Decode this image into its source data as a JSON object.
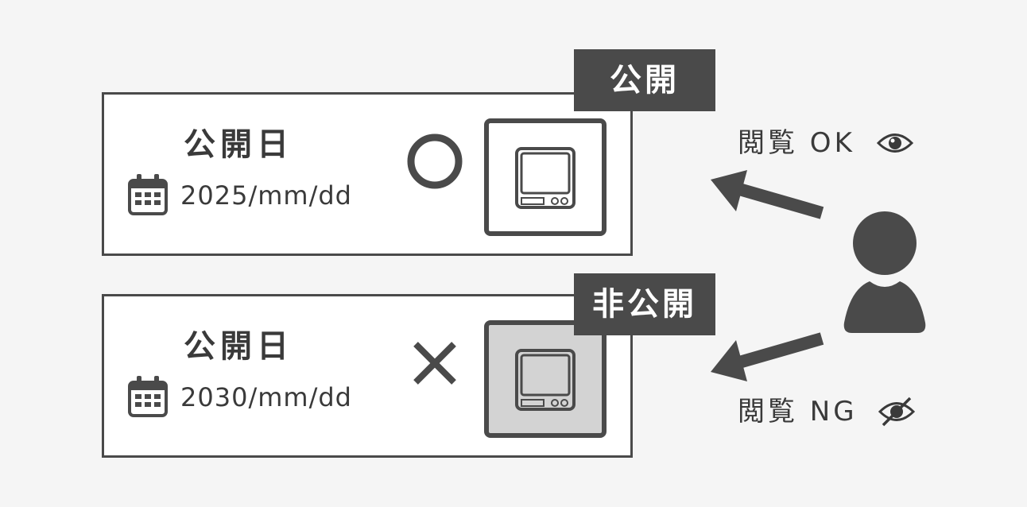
{
  "cards": [
    {
      "title": "公開日",
      "date": "2025/mm/dd",
      "mark": "circle",
      "tag": "公開",
      "thumbnail": "scale-icon"
    },
    {
      "title": "公開日",
      "date": "2030/mm/dd",
      "mark": "cross",
      "tag": "非公開",
      "thumbnail": "scale-icon"
    }
  ],
  "viewer": {
    "ok_label": "閲覧 OK",
    "ng_label": "閲覧 NG",
    "ok_icon": "eye-icon",
    "ng_icon": "eye-slash-icon",
    "user_icon": "user-icon"
  },
  "colors": {
    "dark": "#4a4a4a",
    "text": "#3a3a3a",
    "background": "#f5f5f5",
    "card": "#ffffff",
    "dimmed_thumbnail": "#d3d3d3"
  }
}
